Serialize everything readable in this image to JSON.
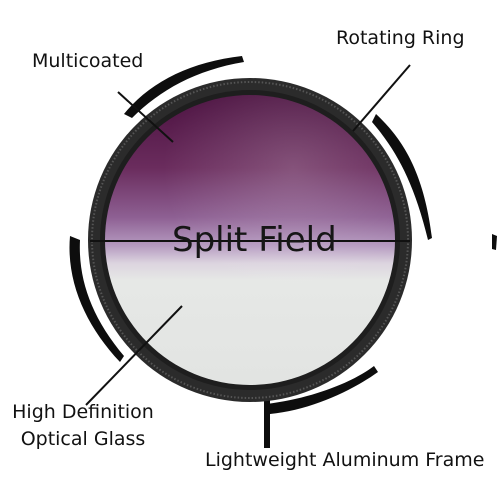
{
  "diagram": {
    "labels": {
      "multicoated": "Multicoated",
      "rotating_ring": "Rotating Ring",
      "split_field": "Split Field",
      "optical_glass_line1": "High Definition",
      "optical_glass_line2": "Optical Glass",
      "aluminum_frame": "Lightweight Aluminum Frame"
    },
    "colors": {
      "top_tint": "#5b1c4d",
      "mid_tint": "#a07ab0",
      "bottom_glass": "#e4e6e4",
      "frame": "#2a2a2a",
      "lines": "#111111"
    },
    "icons": [
      "filter-lens-icon",
      "rotation-arrow-icon"
    ]
  }
}
